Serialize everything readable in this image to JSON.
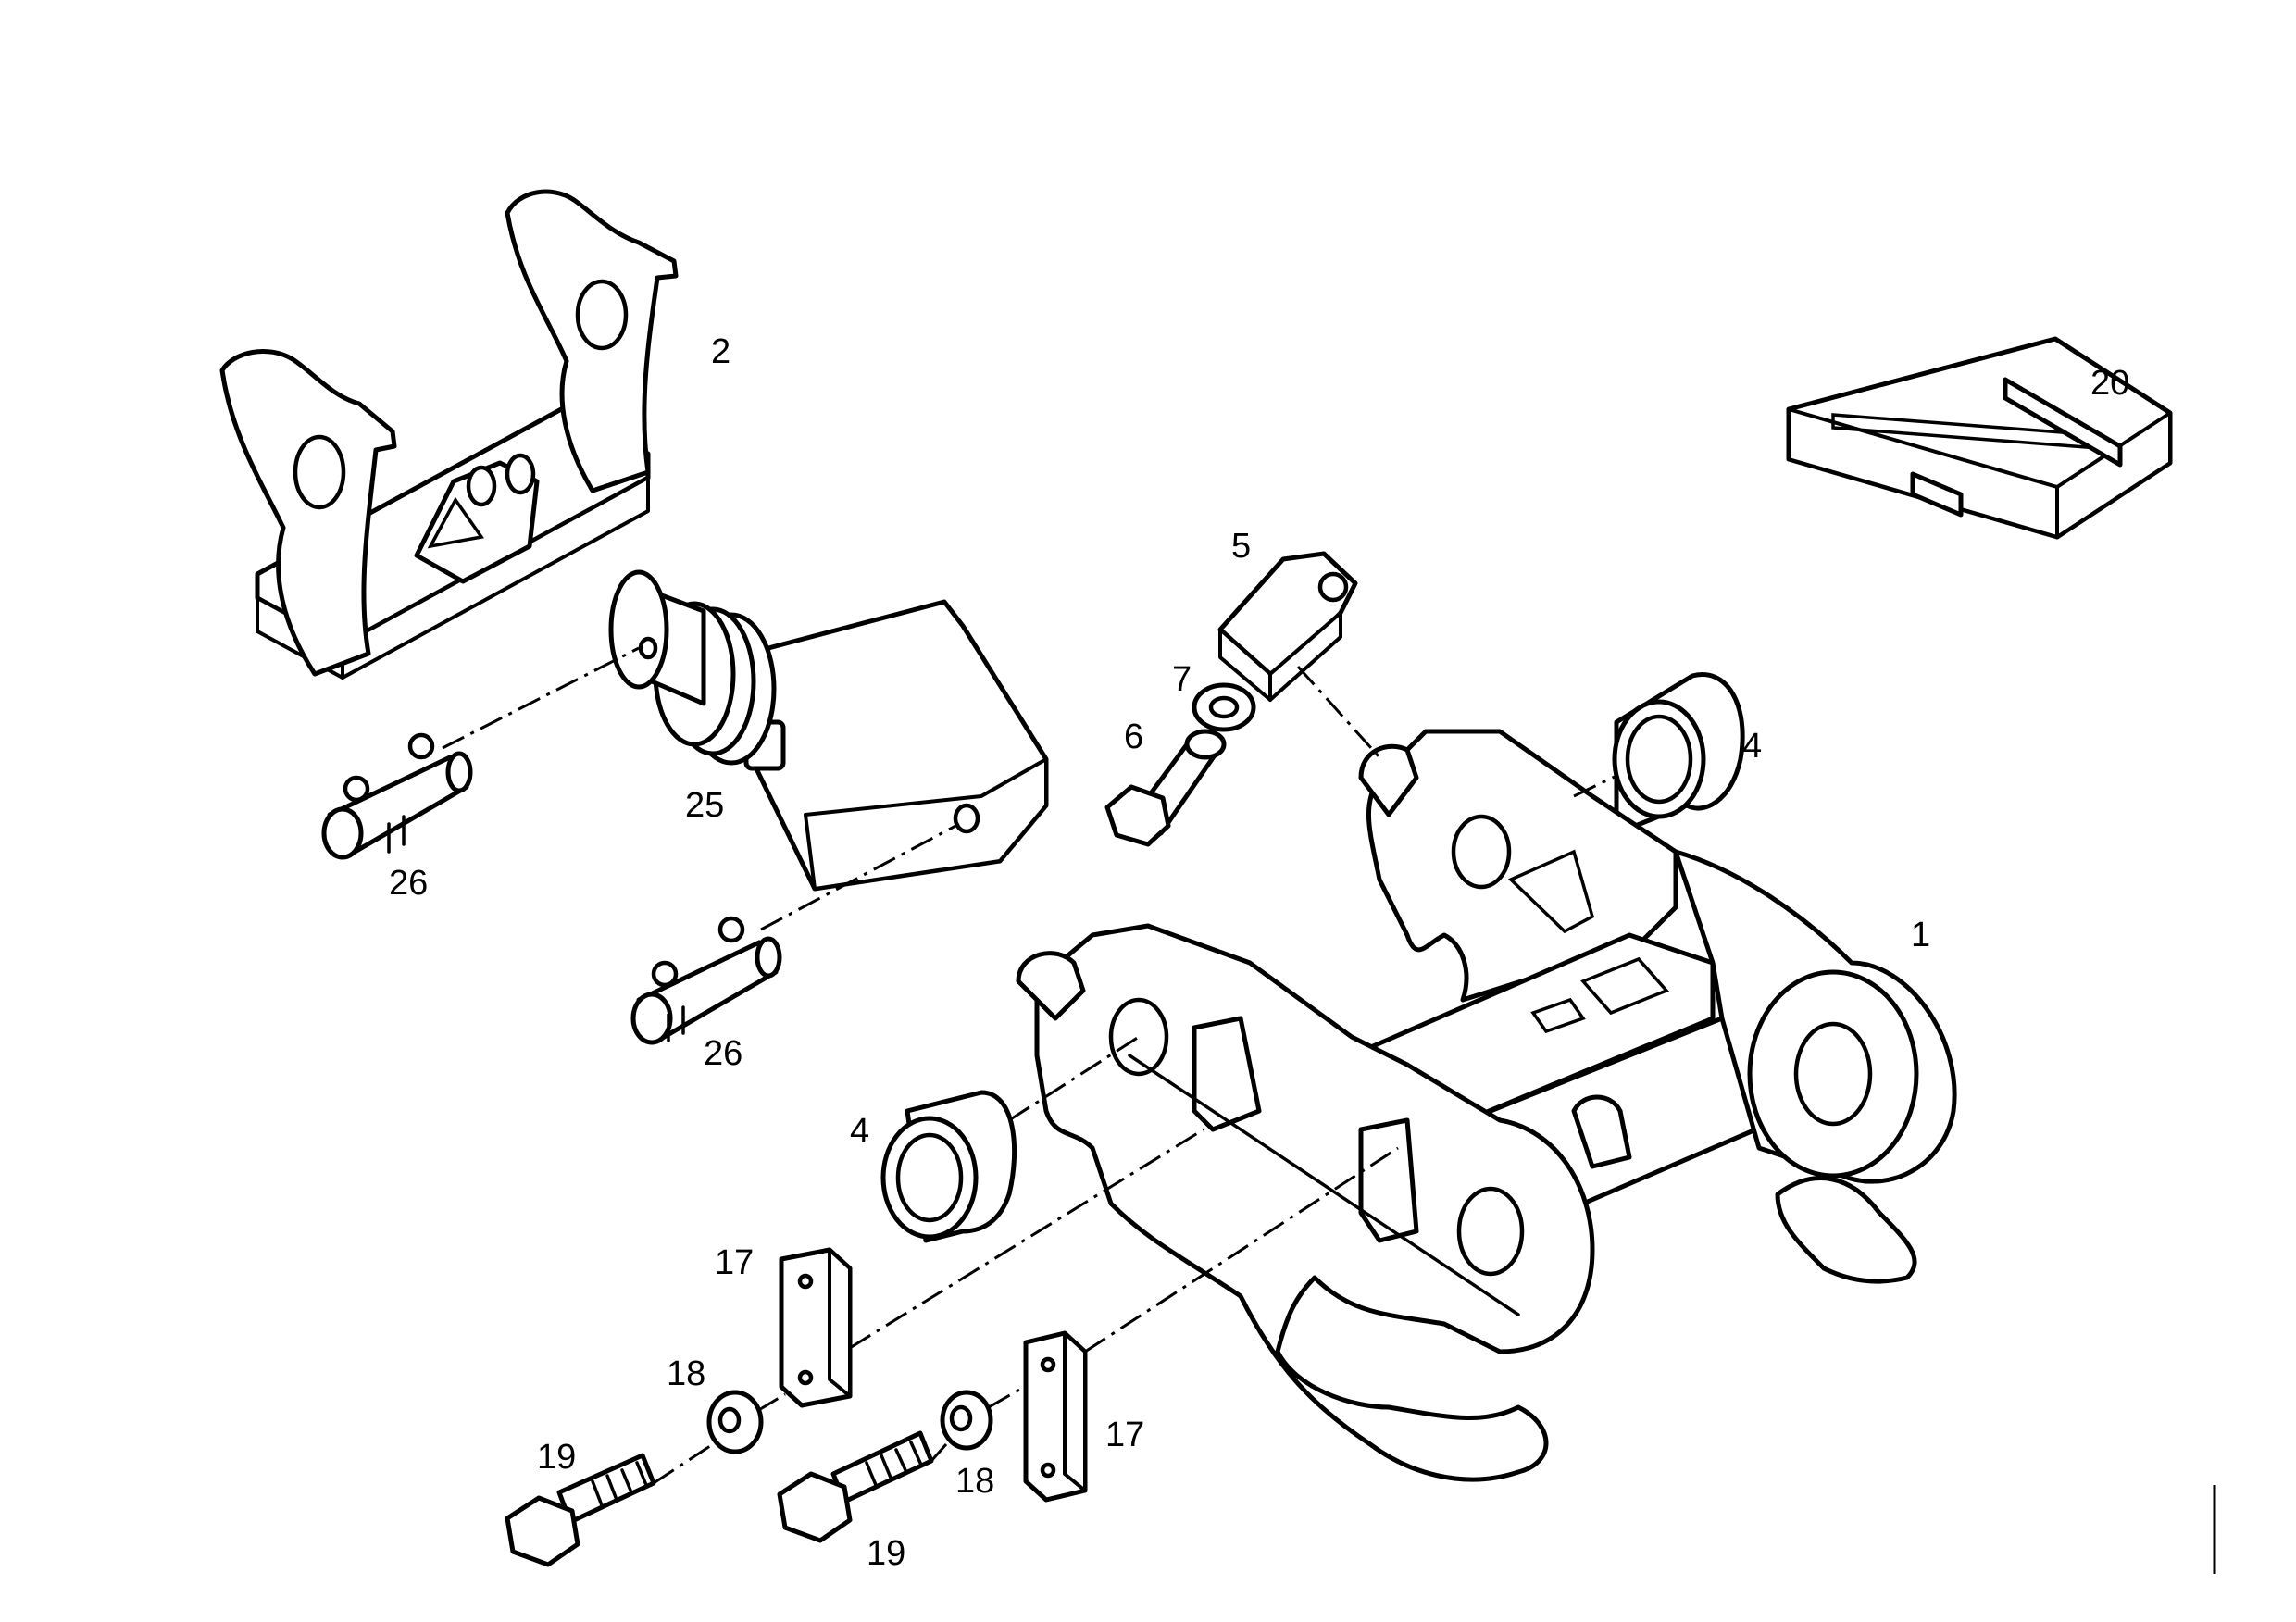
{
  "callouts": {
    "c1": "1",
    "c2": "2",
    "c4a": "4",
    "c4b": "4",
    "c5": "5",
    "c6": "6",
    "c7": "7",
    "c17a": "17",
    "c17b": "17",
    "c18a": "18",
    "c18b": "18",
    "c19a": "19",
    "c19b": "19",
    "c20": "20",
    "c25": "25",
    "c26a": "26",
    "c26b": "26"
  }
}
